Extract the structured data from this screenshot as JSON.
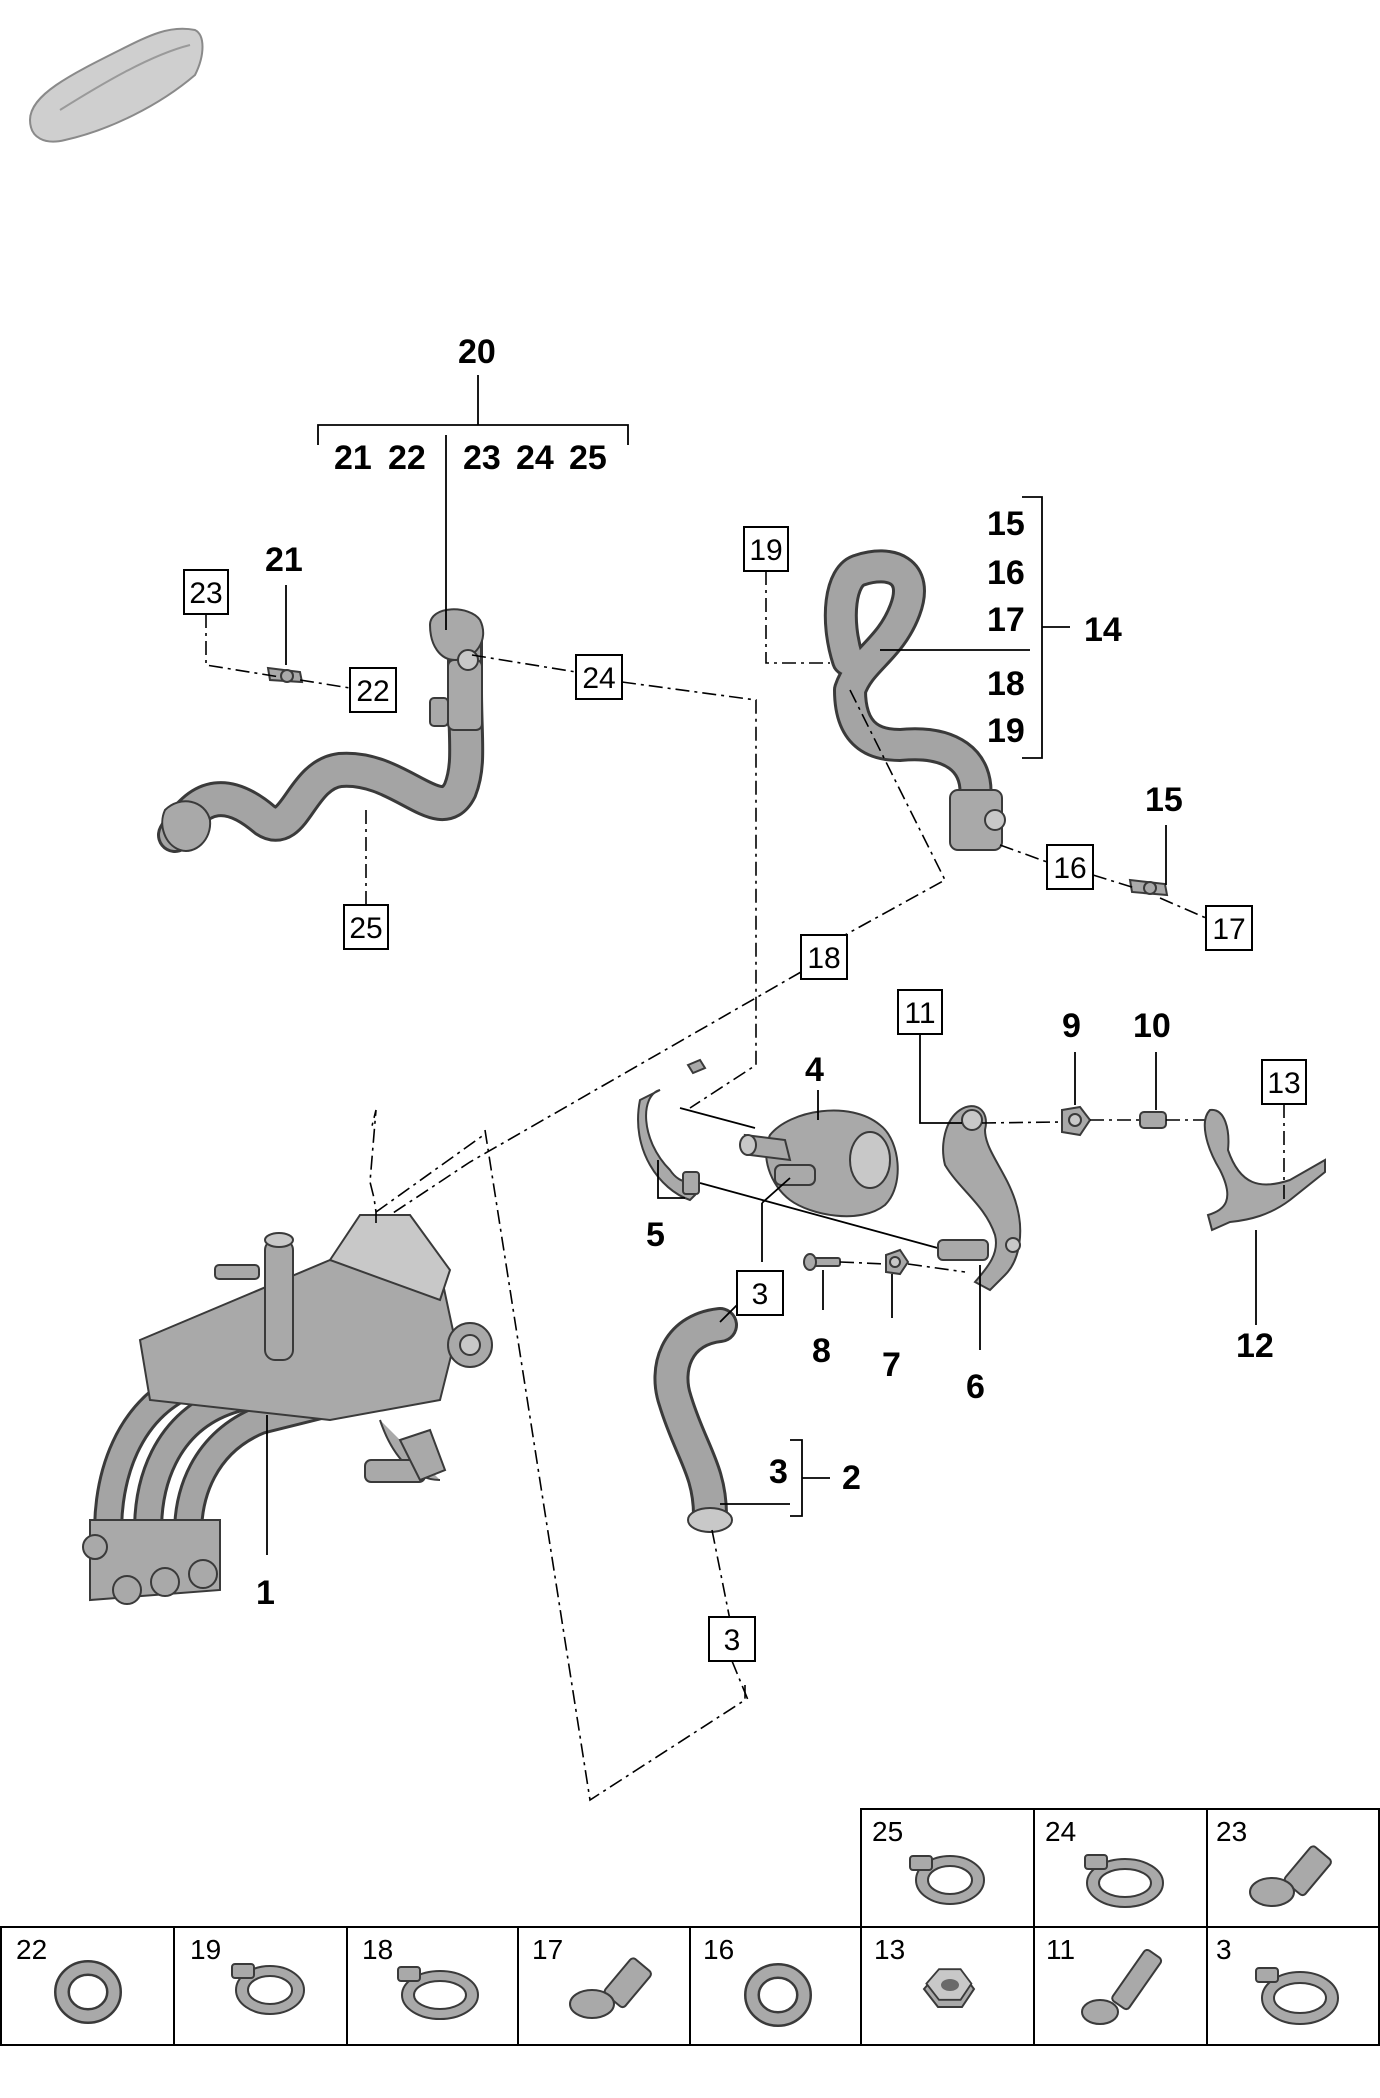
{
  "diagram": {
    "assembly_labels": {
      "n1": "1",
      "n2": "2",
      "n3": "3",
      "n4": "4",
      "n5": "5",
      "n6": "6",
      "n7": "7",
      "n8": "8",
      "n9": "9",
      "n10": "10",
      "n12": "12",
      "n14": "14",
      "n15_group": "15",
      "n16_group": "16",
      "n17_group": "17",
      "n18_group": "18",
      "n19_group": "19",
      "n15_single": "15",
      "n20": "20",
      "n21_single": "21",
      "n21_group": "21",
      "n22_group": "22",
      "n23_group": "23",
      "n24_group": "24",
      "n25_group": "25"
    },
    "boxed_labels": {
      "b23": "23",
      "b22": "22",
      "b24": "24",
      "b25": "25",
      "b19": "19",
      "b16": "16",
      "b17": "17",
      "b18": "18",
      "b11": "11",
      "b13": "13",
      "b3a": "3",
      "b3b": "3"
    },
    "legend": {
      "top_row": [
        "25",
        "24",
        "23"
      ],
      "bottom_row": [
        "22",
        "19",
        "18",
        "17",
        "16",
        "13",
        "11",
        "3"
      ],
      "icons": {
        "25": "hose-clamp-icon",
        "24": "hose-clamp-icon",
        "23": "bolt-icon",
        "22": "o-ring-icon",
        "19": "hose-clamp-icon",
        "18": "hose-clamp-icon",
        "17": "bolt-icon",
        "16": "o-ring-icon",
        "13": "hex-nut-icon",
        "11": "long-bolt-icon",
        "3": "hose-clamp-icon"
      }
    },
    "colors": {
      "part_fill": "#a9a9a9",
      "part_stroke": "#3a3a3a",
      "line": "#000000"
    }
  }
}
